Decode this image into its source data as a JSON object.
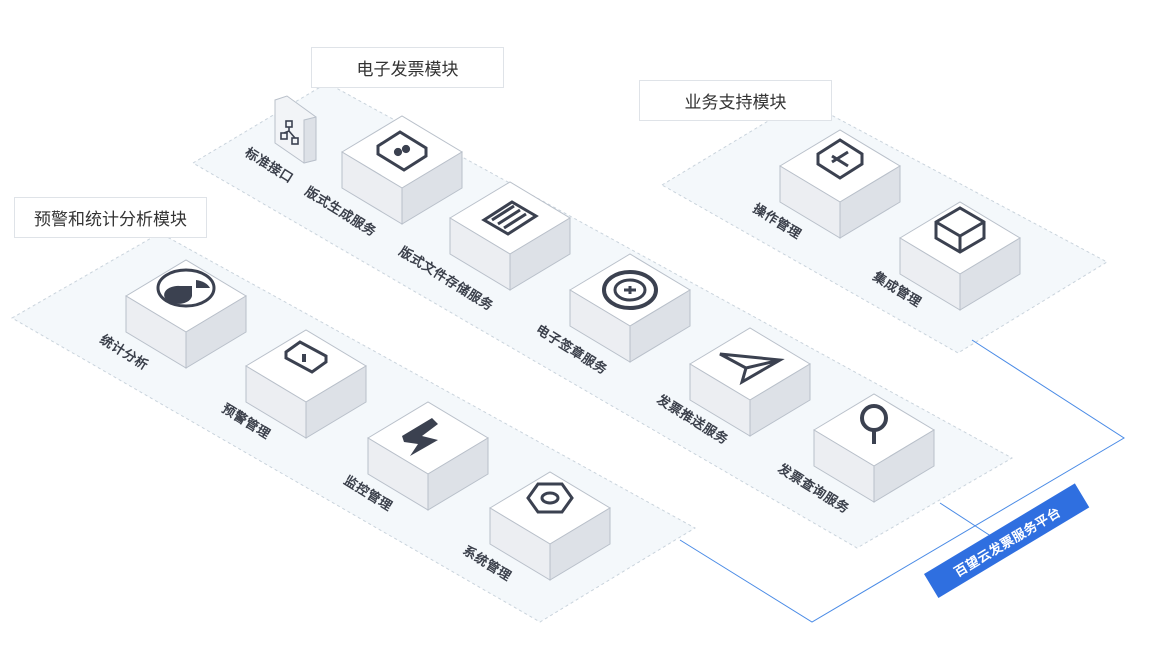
{
  "modules": {
    "einvoice": {
      "title": "电子发票模块",
      "services": [
        "标准接口",
        "版式生成服务",
        "版式文件存储服务",
        "电子签章服务",
        "发票推送服务",
        "发票查询服务"
      ],
      "icons": [
        "sitemap-icon",
        "ticket-icon",
        "server-icon",
        "seal-icon",
        "paper-plane-icon",
        "search-icon"
      ]
    },
    "business": {
      "title": "业务支持模块",
      "services": [
        "操作管理",
        "集成管理"
      ],
      "icons": [
        "operation-icon",
        "cube-icon"
      ]
    },
    "stats": {
      "title": "预警和统计分析模块",
      "services": [
        "统计分析",
        "预警管理",
        "监控管理",
        "系统管理"
      ],
      "icons": [
        "pie-chart-icon",
        "warning-ticket-icon",
        "lightning-icon",
        "gear-hex-icon"
      ]
    }
  },
  "platform": "百望云发票服务平台",
  "colors": {
    "accent": "#2f6fe0",
    "plate": "#f4f8fb",
    "plate_border": "#c9d3dc",
    "cube_top": "#ffffff",
    "cube_side": "#e6e9ee",
    "icon": "#3b4150"
  }
}
